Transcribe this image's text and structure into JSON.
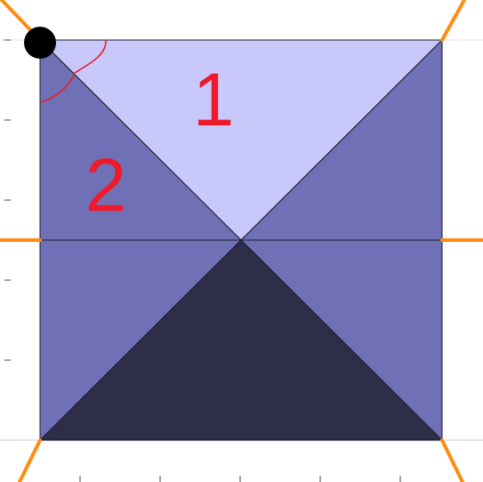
{
  "labels": {
    "top_triangle": "1",
    "left_triangle": "2"
  },
  "colors": {
    "top_triangle": "#c8c8fa",
    "side_triangles": "#6f70b5",
    "bottom_triangle": "#2e2e4a",
    "edge": "#1b1b2e",
    "orange_lines": "#ff8c11",
    "labels": "#ee1a2c",
    "annotation_arc": "#e8202a",
    "corner_dot": "#000000",
    "axis_ticks": "#444444",
    "axis_line": "#cccccc"
  },
  "marker": "filled-black-dot",
  "annotation": "hand-drawn-angle-arc"
}
